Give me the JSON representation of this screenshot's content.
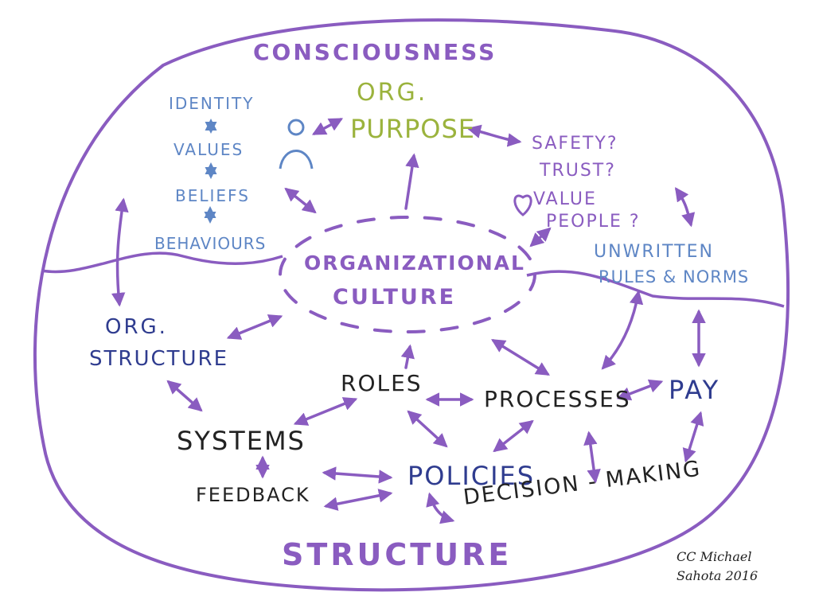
{
  "colors": {
    "purple": "#8a5cc0",
    "blue": "#5e86c5",
    "green": "#9bb33d",
    "darkblue": "#2f3c8f",
    "black": "#222222"
  },
  "labels": {
    "consciousness": "CONSCIOUSNESS",
    "identity": "IDENTITY",
    "values": "VALUES",
    "beliefs": "BELIEFS",
    "behaviours": "BEHAVIOURS",
    "org_purpose_1": "ORG.",
    "org_purpose_2": "PURPOSE",
    "safety": "SAFETY?",
    "trust": "TRUST?",
    "value_people_1": "VALUE",
    "value_people_2": "PEOPLE ?",
    "org_culture_1": "ORGANIZATIONAL",
    "org_culture_2": "CULTURE",
    "unwritten_1": "UNWRITTEN",
    "unwritten_2": "RULES & NORMS",
    "org_structure_1": "ORG.",
    "org_structure_2": "STRUCTURE",
    "roles": "ROLES",
    "processes": "PROCESSES",
    "pay": "PAY",
    "systems": "SYSTEMS",
    "feedback": "FEEDBACK",
    "policies": "POLICIES",
    "decision_making": "DECISION - MAKING",
    "structure": "STRUCTURE",
    "credit_1": "CC Michael",
    "credit_2": "Sahota 2016"
  }
}
